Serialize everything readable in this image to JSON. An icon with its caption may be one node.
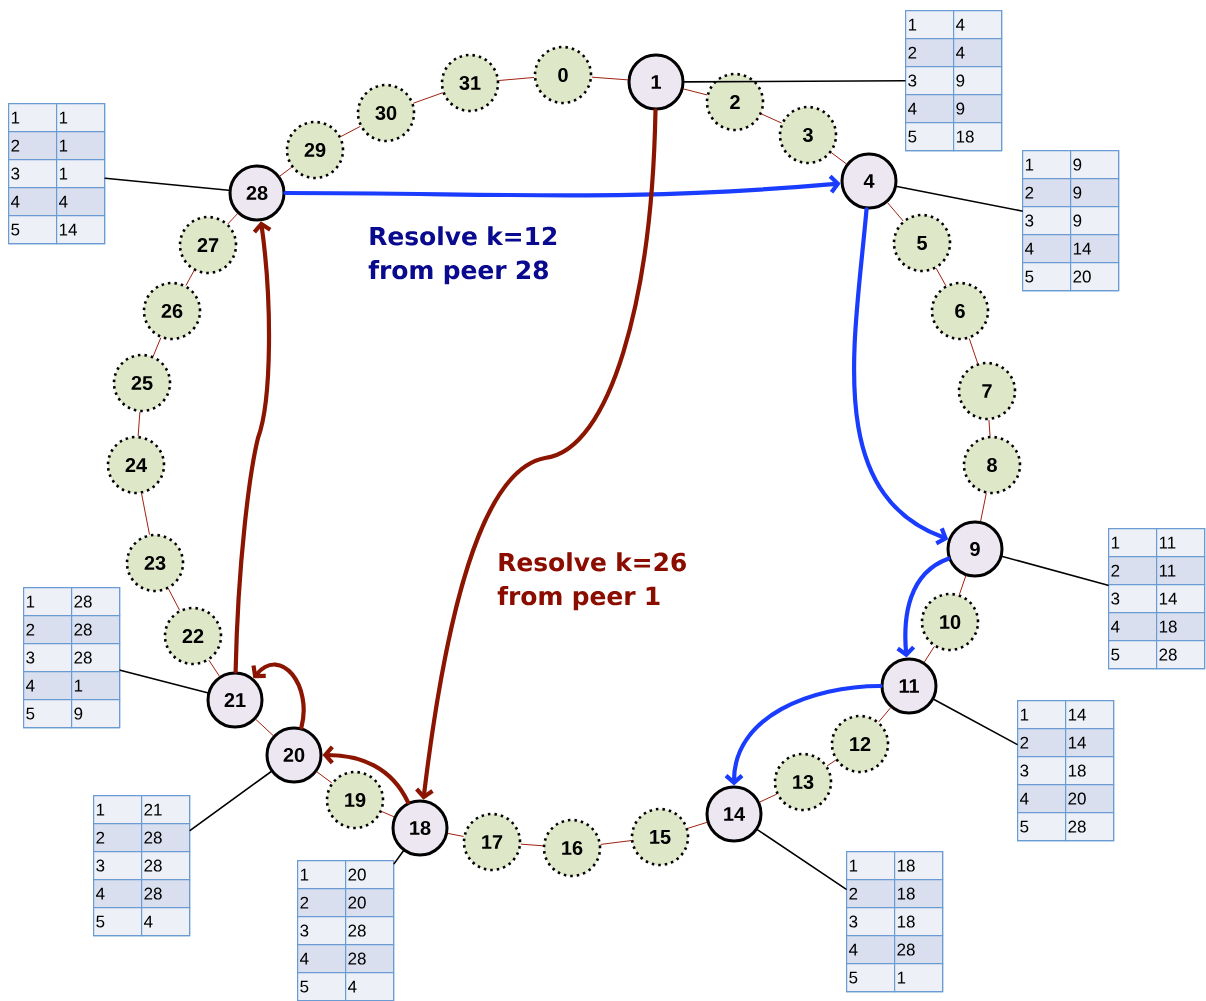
{
  "diagram": {
    "nodes": [
      {
        "text": [
          "0"
        ]
      },
      {
        "text": [
          "1"
        ]
      },
      {
        "text": [
          "2"
        ]
      },
      {
        "text": [
          "3"
        ]
      },
      {
        "text": [
          "4"
        ]
      },
      {
        "text": [
          "5"
        ]
      },
      {
        "text": [
          "6"
        ]
      },
      {
        "text": [
          "7"
        ]
      },
      {
        "text": [
          "8"
        ]
      },
      {
        "text": [
          "9"
        ]
      },
      {
        "text": [
          "10"
        ]
      },
      {
        "text": [
          "11"
        ]
      },
      {
        "text": [
          "12"
        ]
      },
      {
        "text": [
          "13"
        ]
      },
      {
        "text": [
          "14"
        ]
      },
      {
        "text": [
          "15"
        ]
      },
      {
        "text": [
          "16"
        ]
      },
      {
        "text": [
          "17"
        ]
      },
      {
        "text": [
          "18"
        ]
      },
      {
        "text": [
          "19"
        ]
      },
      {
        "text": [
          "20"
        ]
      },
      {
        "text": [
          "21"
        ]
      },
      {
        "text": [
          "22"
        ]
      },
      {
        "text": [
          "23"
        ]
      },
      {
        "text": [
          "24"
        ]
      },
      {
        "text": [
          "25"
        ]
      },
      {
        "text": [
          "26"
        ]
      },
      {
        "text": [
          "27"
        ]
      },
      {
        "text": [
          "28"
        ]
      },
      {
        "text": [
          "29"
        ]
      },
      {
        "text": [
          "30"
        ]
      },
      {
        "text": [
          "31"
        ]
      },
      {
        "text": [
          "1",
          "4",
          "2",
          "4",
          "3",
          "9",
          "4",
          "9",
          "5",
          "18"
        ]
      },
      {
        "text": [
          "1",
          "9",
          "2",
          "9",
          "3",
          "9",
          "4",
          "14",
          "5",
          "20"
        ]
      },
      {
        "text": [
          "1",
          "11",
          "2",
          "11",
          "3",
          "14",
          "4",
          "18",
          "5",
          "28"
        ]
      },
      {
        "text": [
          "1",
          "14",
          "2",
          "14",
          "3",
          "18",
          "4",
          "20",
          "5",
          "28"
        ]
      },
      {
        "text": [
          "1",
          "18",
          "2",
          "18",
          "3",
          "18",
          "4",
          "28",
          "5",
          "1"
        ]
      },
      {
        "text": [
          "1",
          "20",
          "2",
          "20",
          "3",
          "28",
          "4",
          "28",
          "5",
          "4"
        ]
      },
      {
        "text": [
          "1",
          "21",
          "2",
          "28",
          "3",
          "28",
          "4",
          "28",
          "5",
          "4"
        ]
      },
      {
        "text": [
          "1",
          "28",
          "2",
          "28",
          "3",
          "28",
          "4",
          "1",
          "5",
          "9"
        ]
      },
      {
        "text": [
          "1",
          "1",
          "2",
          "1",
          "3",
          "1",
          "4",
          "4",
          "5",
          "14"
        ]
      }
    ],
    "edges": [
      {
        "from": 0,
        "to": 1,
        "arrow": "none"
      },
      {
        "from": 1,
        "to": 2,
        "arrow": "none"
      },
      {
        "from": 2,
        "to": 3,
        "arrow": "none"
      },
      {
        "from": 3,
        "to": 4,
        "arrow": "none"
      },
      {
        "from": 4,
        "to": 5,
        "arrow": "none"
      },
      {
        "from": 5,
        "to": 6,
        "arrow": "none"
      },
      {
        "from": 6,
        "to": 7,
        "arrow": "none"
      },
      {
        "from": 7,
        "to": 8,
        "arrow": "none"
      },
      {
        "from": 8,
        "to": 9,
        "arrow": "none"
      },
      {
        "from": 9,
        "to": 10,
        "arrow": "none"
      },
      {
        "from": 10,
        "to": 11,
        "arrow": "none"
      },
      {
        "from": 11,
        "to": 12,
        "arrow": "none"
      },
      {
        "from": 12,
        "to": 13,
        "arrow": "none"
      },
      {
        "from": 13,
        "to": 14,
        "arrow": "none"
      },
      {
        "from": 14,
        "to": 15,
        "arrow": "none"
      },
      {
        "from": 15,
        "to": 16,
        "arrow": "none"
      },
      {
        "from": 16,
        "to": 17,
        "arrow": "none"
      },
      {
        "from": 17,
        "to": 18,
        "arrow": "none"
      },
      {
        "from": 18,
        "to": 19,
        "arrow": "none"
      },
      {
        "from": 19,
        "to": 20,
        "arrow": "none"
      },
      {
        "from": 20,
        "to": 21,
        "arrow": "none"
      },
      {
        "from": 21,
        "to": 22,
        "arrow": "none"
      },
      {
        "from": 22,
        "to": 23,
        "arrow": "none"
      },
      {
        "from": 23,
        "to": 24,
        "arrow": "none"
      },
      {
        "from": 24,
        "to": 25,
        "arrow": "none"
      },
      {
        "from": 25,
        "to": 26,
        "arrow": "none"
      },
      {
        "from": 26,
        "to": 27,
        "arrow": "none"
      },
      {
        "from": 27,
        "to": 28,
        "arrow": "none"
      },
      {
        "from": 28,
        "to": 29,
        "arrow": "none"
      },
      {
        "from": 29,
        "to": 30,
        "arrow": "none"
      },
      {
        "from": 30,
        "to": 31,
        "arrow": "none"
      },
      {
        "from": 31,
        "to": 0,
        "arrow": "none"
      },
      {
        "from": 1,
        "to": 32,
        "arrow": "none",
        "color": "#000000"
      },
      {
        "from": 4,
        "to": 33,
        "arrow": "none",
        "color": "#000000"
      },
      {
        "from": 9,
        "to": 34,
        "arrow": "none",
        "color": "#000000"
      },
      {
        "from": 11,
        "to": 35,
        "arrow": "none",
        "color": "#000000"
      },
      {
        "from": 14,
        "to": 36,
        "arrow": "none",
        "color": "#000000"
      },
      {
        "from": 18,
        "to": 37,
        "arrow": "none",
        "color": "#000000"
      },
      {
        "from": 20,
        "to": 38,
        "arrow": "none",
        "color": "#000000"
      },
      {
        "from": 21,
        "to": 39,
        "arrow": "none",
        "color": "#000000"
      },
      {
        "from": 28,
        "to": 40,
        "arrow": "none",
        "color": "#000000"
      },
      {
        "from": 28,
        "to": 4,
        "arrow": "to",
        "style": "thick",
        "color": "#1a3cff"
      },
      {
        "from": 4,
        "to": 9,
        "arrow": "to",
        "style": "thick",
        "color": "#1a3cff"
      },
      {
        "from": 9,
        "to": 11,
        "arrow": "to",
        "style": "thick",
        "color": "#1a3cff"
      },
      {
        "from": 11,
        "to": 14,
        "arrow": "to",
        "style": "thick",
        "color": "#1a3cff"
      },
      {
        "from": 1,
        "to": 18,
        "arrow": "to",
        "style": "thick",
        "color": "#8b1500"
      },
      {
        "from": 18,
        "to": 20,
        "arrow": "to",
        "style": "thick",
        "color": "#8b1500"
      },
      {
        "from": 20,
        "to": 21,
        "arrow": "to",
        "style": "thick",
        "color": "#8b1500"
      },
      {
        "from": 21,
        "to": 28,
        "arrow": "to",
        "style": "thick",
        "color": "#8b1500"
      }
    ],
    "labels": [
      "Resolve k=12 from peer 28",
      "Resolve k=26 from peer 1"
    ]
  }
}
